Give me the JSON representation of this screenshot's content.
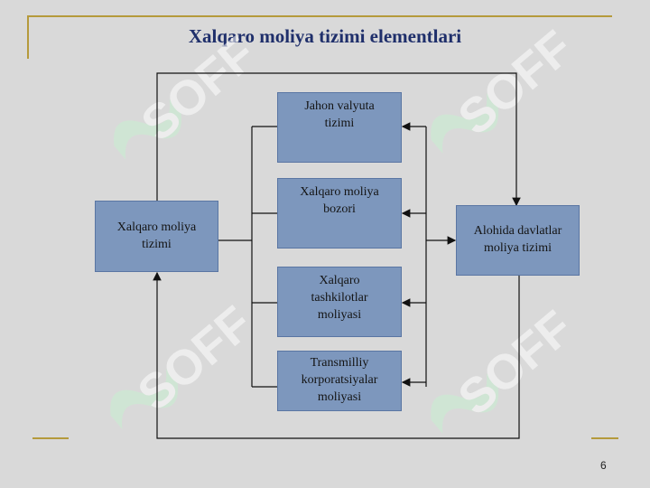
{
  "slide": {
    "title": "Xalqaro moliya tizimi elementlari",
    "page_number": "6"
  },
  "watermark": {
    "text": "SOFF"
  },
  "diagram": {
    "left_box": "Xalqaro moliya tizimi",
    "right_box": "Alohida davlatlar moliya tizimi",
    "center_boxes": [
      "Jahon valyuta tizimi",
      "Xalqaro moliya bozori",
      "Xalqaro tashkilotlar moliyasi",
      "Transmilliy korporatsiyalar moliyasi"
    ]
  },
  "colors": {
    "box_fill": "#7d97bd",
    "title": "#1f2f6b",
    "accent_line": "#b59a3c"
  }
}
